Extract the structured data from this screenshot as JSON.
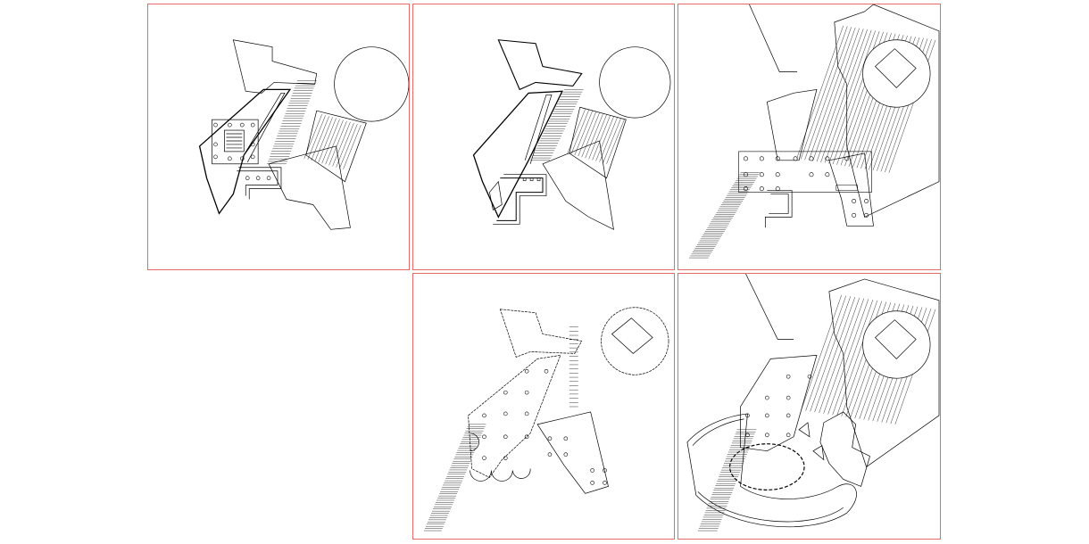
{
  "sheet": {
    "frame_color": "#e86a6a",
    "line_color": "#000000",
    "background": "#ffffff",
    "panels": [
      {
        "id": "diagram-1",
        "features": [
          "circle",
          "angled-volume",
          "stair-core",
          "hatched-ramp"
        ]
      },
      {
        "id": "diagram-2",
        "features": [
          "circle",
          "angled-volume",
          "hatched-ramp",
          "stepped-wall"
        ]
      },
      {
        "id": "diagram-3",
        "features": [
          "circle-with-square",
          "column-grid",
          "hatched-ramp",
          "hatched-slope"
        ]
      },
      {
        "id": "diagram-4",
        "features": [
          "circle-with-square",
          "column-grid",
          "hatched-ramp",
          "scalloped-edge"
        ]
      },
      {
        "id": "diagram-5",
        "features": [
          "circle-with-square",
          "column-grid",
          "oval-plaza",
          "curved-outer-wall"
        ]
      }
    ]
  }
}
